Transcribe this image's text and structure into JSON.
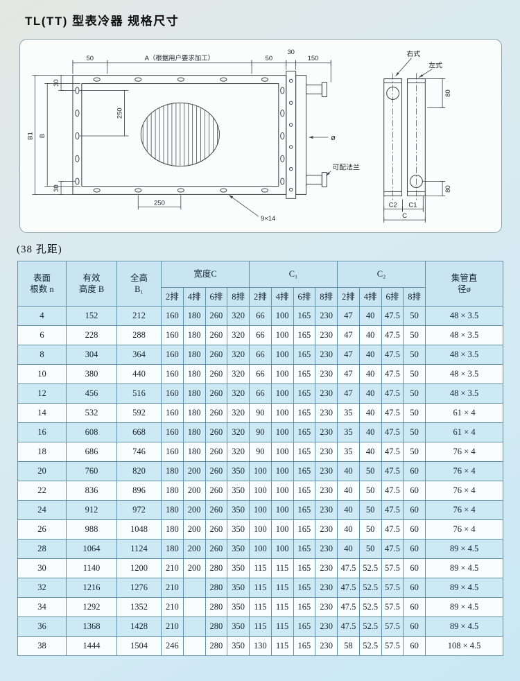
{
  "page": {
    "title": "TL(TT) 型表冷器 规格尺寸",
    "subtitle": "(38 孔距)"
  },
  "diagram": {
    "front_view": {
      "dim_flange_left": "50",
      "dim_a": "A（根据用户要求加工）",
      "dim_flange_right": "50",
      "dim_plate": "30",
      "dim_header_len": "150",
      "dim_b1": "B1",
      "dim_b": "B",
      "dim_30_top": "30",
      "dim_30_bottom": "30",
      "dim_250_side": "250",
      "dim_250_bottom": "250",
      "holes_note": "9×14",
      "pipe_dia": "ø",
      "flange_note": "可配法兰"
    },
    "side_view": {
      "right_type": "右式",
      "left_type": "左式",
      "dim_80_top": "80",
      "dim_80_bottom": "80",
      "dim_c2": "C2",
      "dim_c1": "C1",
      "dim_c": "C"
    }
  },
  "table": {
    "headers": {
      "surface_count": "表面\n根数 n",
      "effective_height": "有效\n高度 B",
      "total_height": "全高\nB₁",
      "width_c": "宽度C",
      "c1": "C₁",
      "c2": "C₂",
      "header_dia": "集管直\n径ø",
      "sub_2": "2排",
      "sub_4": "4排",
      "sub_6": "6排",
      "sub_8": "8排"
    },
    "rows": [
      [
        "4",
        "152",
        "212",
        "160",
        "180",
        "260",
        "320",
        "66",
        "100",
        "165",
        "230",
        "47",
        "40",
        "47.5",
        "50",
        "48 × 3.5"
      ],
      [
        "6",
        "228",
        "288",
        "160",
        "180",
        "260",
        "320",
        "66",
        "100",
        "165",
        "230",
        "47",
        "40",
        "47.5",
        "50",
        "48 × 3.5"
      ],
      [
        "8",
        "304",
        "364",
        "160",
        "180",
        "260",
        "320",
        "66",
        "100",
        "165",
        "230",
        "47",
        "40",
        "47.5",
        "50",
        "48 × 3.5"
      ],
      [
        "10",
        "380",
        "440",
        "160",
        "180",
        "260",
        "320",
        "66",
        "100",
        "165",
        "230",
        "47",
        "40",
        "47.5",
        "50",
        "48 × 3.5"
      ],
      [
        "12",
        "456",
        "516",
        "160",
        "180",
        "260",
        "320",
        "66",
        "100",
        "165",
        "230",
        "47",
        "40",
        "47.5",
        "50",
        "48 × 3.5"
      ],
      [
        "14",
        "532",
        "592",
        "160",
        "180",
        "260",
        "320",
        "90",
        "100",
        "165",
        "230",
        "35",
        "40",
        "47.5",
        "50",
        "61 × 4"
      ],
      [
        "16",
        "608",
        "668",
        "160",
        "180",
        "260",
        "320",
        "90",
        "100",
        "165",
        "230",
        "35",
        "40",
        "47.5",
        "50",
        "61 × 4"
      ],
      [
        "18",
        "686",
        "746",
        "160",
        "180",
        "260",
        "320",
        "90",
        "100",
        "165",
        "230",
        "35",
        "40",
        "47.5",
        "50",
        "76 × 4"
      ],
      [
        "20",
        "760",
        "820",
        "180",
        "200",
        "260",
        "350",
        "100",
        "100",
        "165",
        "230",
        "40",
        "50",
        "47.5",
        "60",
        "76 × 4"
      ],
      [
        "22",
        "836",
        "896",
        "180",
        "200",
        "260",
        "350",
        "100",
        "100",
        "165",
        "230",
        "40",
        "50",
        "47.5",
        "60",
        "76 × 4"
      ],
      [
        "24",
        "912",
        "972",
        "180",
        "200",
        "260",
        "350",
        "100",
        "100",
        "165",
        "230",
        "40",
        "50",
        "47.5",
        "60",
        "76 × 4"
      ],
      [
        "26",
        "988",
        "1048",
        "180",
        "200",
        "260",
        "350",
        "100",
        "100",
        "165",
        "230",
        "40",
        "50",
        "47.5",
        "60",
        "76 × 4"
      ],
      [
        "28",
        "1064",
        "1124",
        "180",
        "200",
        "260",
        "350",
        "100",
        "100",
        "165",
        "230",
        "40",
        "50",
        "47.5",
        "60",
        "89 × 4.5"
      ],
      [
        "30",
        "1140",
        "1200",
        "210",
        "200",
        "280",
        "350",
        "115",
        "115",
        "165",
        "230",
        "47.5",
        "52.5",
        "57.5",
        "60",
        "89 × 4.5"
      ],
      [
        "32",
        "1216",
        "1276",
        "210",
        "",
        "280",
        "350",
        "115",
        "115",
        "165",
        "230",
        "47.5",
        "52.5",
        "57.5",
        "60",
        "89 × 4.5"
      ],
      [
        "34",
        "1292",
        "1352",
        "210",
        "",
        "280",
        "350",
        "115",
        "115",
        "165",
        "230",
        "47.5",
        "52.5",
        "57.5",
        "60",
        "89 × 4.5"
      ],
      [
        "36",
        "1368",
        "1428",
        "210",
        "",
        "280",
        "350",
        "115",
        "115",
        "165",
        "230",
        "47.5",
        "52.5",
        "57.5",
        "60",
        "89 × 4.5"
      ],
      [
        "38",
        "1444",
        "1504",
        "246",
        "",
        "280",
        "350",
        "130",
        "115",
        "165",
        "230",
        "58",
        "52.5",
        "57.5",
        "60",
        "108 × 4.5"
      ]
    ]
  }
}
